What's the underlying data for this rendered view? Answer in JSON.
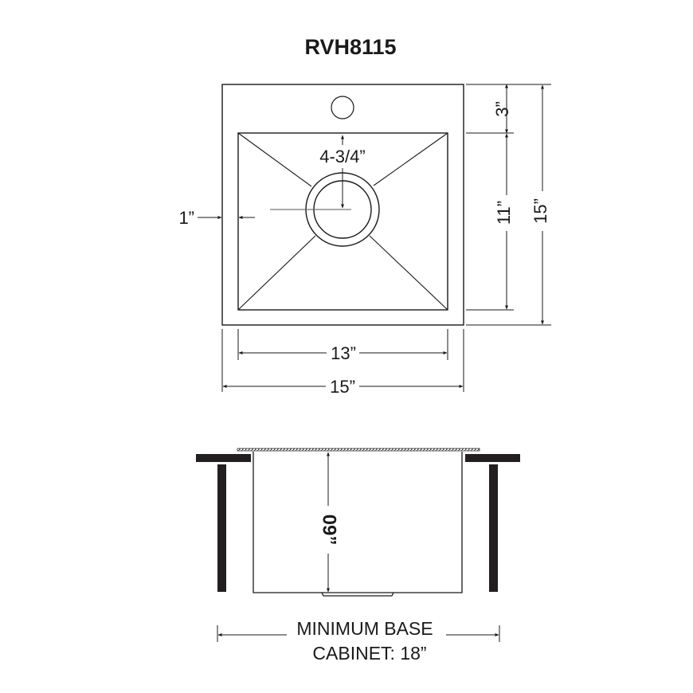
{
  "title": "RVH8115",
  "top_view": {
    "dimensions": {
      "faucet_to_drain": "4-3/4”",
      "side_margin": "1”",
      "back_margin": "3”",
      "bowl_depth_front_back": "11”",
      "overall_depth": "15”",
      "bowl_width": "13”",
      "overall_width": "15”"
    }
  },
  "side_view": {
    "dimensions": {
      "bowl_height": "09”"
    },
    "cabinet_label_line1": "MINIMUM BASE",
    "cabinet_label_line2": "CABINET: 18”"
  },
  "colors": {
    "line": "#1a1a1a",
    "background": "#ffffff"
  }
}
